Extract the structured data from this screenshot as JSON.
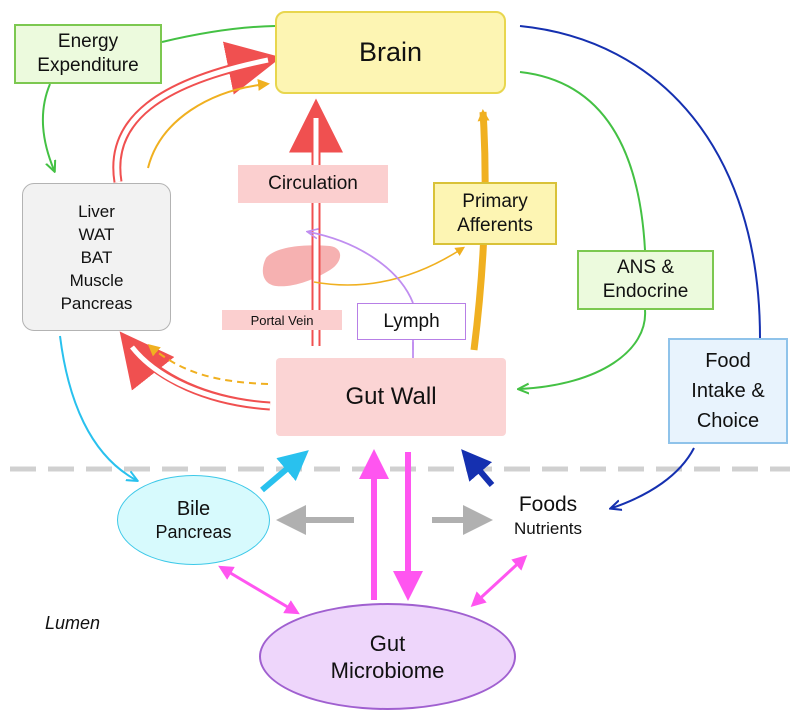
{
  "nodes": {
    "brain": "Brain",
    "energy": [
      "Energy",
      "Expenditure"
    ],
    "organs": [
      "Liver",
      "WAT",
      "BAT",
      "Muscle",
      "Pancreas"
    ],
    "circulation": "Circulation",
    "primary_afferents": [
      "Primary",
      "Afferents"
    ],
    "ans_endocrine": [
      "ANS &",
      "Endocrine"
    ],
    "portal_vein": "Portal Vein",
    "lymph": "Lymph",
    "gut_wall": "Gut Wall",
    "food_intake": [
      "Food",
      "Intake &",
      "Choice"
    ],
    "bile_pancreas": [
      "Bile",
      "Pancreas"
    ],
    "foods_nutrients": [
      "Foods",
      "Nutrients"
    ],
    "gut_microbiome": [
      "Gut",
      "Microbiome"
    ],
    "lumen": "Lumen"
  },
  "colors": {
    "red": "#f05050",
    "gold": "#f0b020",
    "green": "#44c144",
    "navy": "#1530b0",
    "cyan": "#29c1ee",
    "magenta": "#ff55f0",
    "gray": "#b0b0b0",
    "purple": "#c08ef0",
    "liver": "#f6b1b1",
    "dash": "#d0d0d0"
  }
}
